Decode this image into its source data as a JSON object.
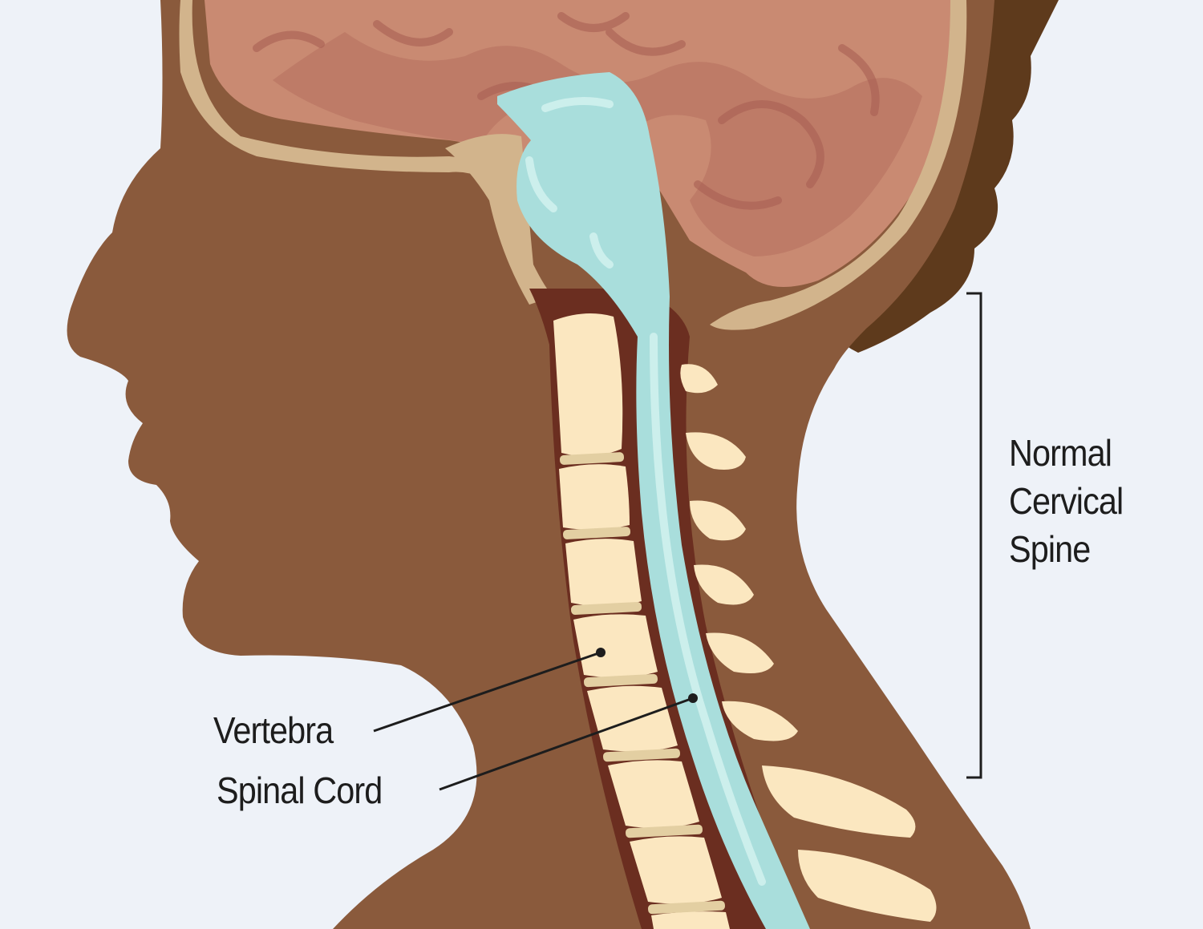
{
  "labels": {
    "normal_cervical_spine": [
      "Normal",
      "Cervical",
      "Spine"
    ],
    "vertebra": "Vertebra",
    "spinal_cord": "Spinal Cord"
  },
  "colors": {
    "background": "#EEF2F8",
    "skin": "#8A5A3C",
    "hair": "#5E3A1C",
    "skull_bone": "#D2B48C",
    "brain": "#C98A72",
    "brain_dark": "#A95F53",
    "spinal_cord": "#A9DEDC",
    "vertebra": "#FBE7C0",
    "canal": "#6B2E20",
    "line": "#1d1d1d"
  }
}
